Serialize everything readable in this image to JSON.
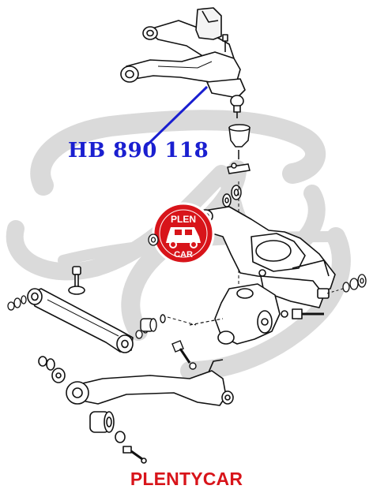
{
  "part_label": "HB 890 118",
  "brand_footer": "PLENTYCAR",
  "badge": {
    "line1": "PLEN",
    "line2": "CAR"
  },
  "colors": {
    "label_blue": "#1a1fd0",
    "pointer_blue": "#1a1fd0",
    "brand_red": "#d8141a",
    "watermark_gray": "#d9d9d9",
    "line_black": "#111111"
  },
  "icons": [
    "car-icon"
  ]
}
